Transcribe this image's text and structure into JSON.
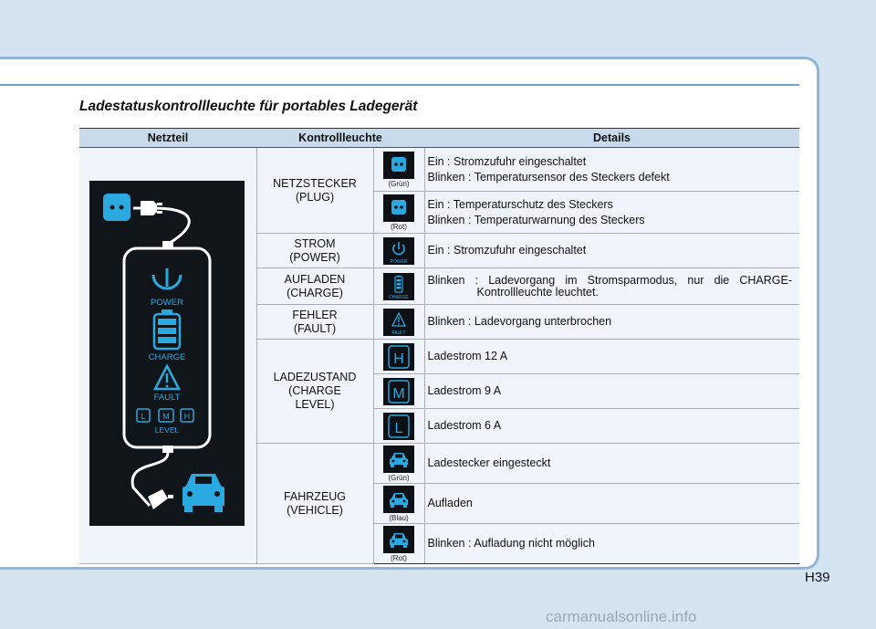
{
  "heading": "Ladestatuskontrollleuchte für portables Ladegerät",
  "columns": [
    "Netzteil",
    "Kontrollleuchte",
    "Details"
  ],
  "device_labels": {
    "power": "POWER",
    "charge": "CHARGE",
    "fault": "FAULT",
    "level": "LEVEL",
    "level_l": "L",
    "level_m": "M",
    "level_h": "H"
  },
  "rows": [
    {
      "name": "NETZSTECKER",
      "name2": "(PLUG)",
      "icon": "plug-icon",
      "sub": "(Grün)",
      "d1": "Ein : Stromzufuhr eingeschaltet",
      "d2": "Blinken : Temperatursensor des Steckers defekt"
    },
    {
      "icon": "plug-icon",
      "sub": "(Rot)",
      "d1": "Ein : Temperaturschutz des Steckers",
      "d2": "Blinken : Temperaturwarnung des Steckers"
    },
    {
      "name": "STROM",
      "name2": "(POWER)",
      "icon": "power-icon",
      "icon_label": "POWER",
      "d1": "Ein : Stromzufuhr eingeschaltet"
    },
    {
      "name": "AUFLADEN",
      "name2": "(CHARGE)",
      "icon": "battery-icon",
      "icon_label": "CHARGE",
      "d1": "Blinken : Ladevorgang im Stromsparmodus, nur die CHARGE-",
      "d2": "Kontrollleuchte leuchtet."
    },
    {
      "name": "FEHLER",
      "name2": "(FAULT)",
      "icon": "warning-icon",
      "icon_label": "FAULT",
      "d1": "Blinken : Ladevorgang unterbrochen"
    },
    {
      "name": "LADEZUSTAND",
      "name2": "(CHARGE",
      "name3": "LEVEL)",
      "icon": "level-h-icon",
      "icon_label": "H",
      "d1": "Ladestrom 12 A"
    },
    {
      "icon": "level-m-icon",
      "icon_label": "M",
      "d1": "Ladestrom 9 A"
    },
    {
      "icon": "level-l-icon",
      "icon_label": "L",
      "d1": "Ladestrom 6 A"
    },
    {
      "name": "FAHRZEUG",
      "name2": "(VEHICLE)",
      "icon": "car-icon",
      "sub": "(Grün)",
      "d1": "Ladestecker eingesteckt"
    },
    {
      "icon": "car-icon",
      "sub": "(Blau)",
      "d1": "Aufladen"
    },
    {
      "icon": "car-icon",
      "sub": "(Rot)",
      "d1": "Blinken : Aufladung nicht möglich"
    }
  ],
  "page_number": "H39",
  "watermark": "carmanualsonline.info",
  "colors": {
    "accent": "#2aa8e0",
    "header_bg": "#c9dbea",
    "row_bg": "#eef4fa",
    "border_blue": "#8fb6d8"
  }
}
